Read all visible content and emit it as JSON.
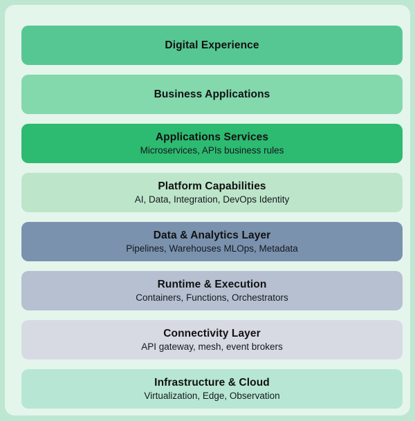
{
  "page": {
    "background": "#bde7d0",
    "card_background": "#e4f5eb",
    "title_text_color": "#111111",
    "subtitle_text_color": "#15181d"
  },
  "layers": [
    {
      "title": "Digital Experience",
      "subtitle": "",
      "color": "#56c793"
    },
    {
      "title": "Business Applications",
      "subtitle": "",
      "color": "#83d8ac"
    },
    {
      "title": "Applications Services",
      "subtitle": "Microservices, APIs business rules",
      "color": "#2dba71"
    },
    {
      "title": "Platform Capabilities",
      "subtitle": "AI, Data, Integration, DevOps Identity",
      "color": "#bde5ca"
    },
    {
      "title": "Data & Analytics Layer",
      "subtitle": "Pipelines, Warehouses MLOps, Metadata",
      "color": "#7a92ae"
    },
    {
      "title": "Runtime & Execution",
      "subtitle": "Containers, Functions, Orchestrators",
      "color": "#b6c0d1"
    },
    {
      "title": "Connectivity Layer",
      "subtitle": "API gateway, mesh, event brokers",
      "color": "#d8dae3"
    },
    {
      "title": "Infrastructure & Cloud",
      "subtitle": "Virtualization, Edge, Observation",
      "color": "#b7e7d4"
    }
  ]
}
